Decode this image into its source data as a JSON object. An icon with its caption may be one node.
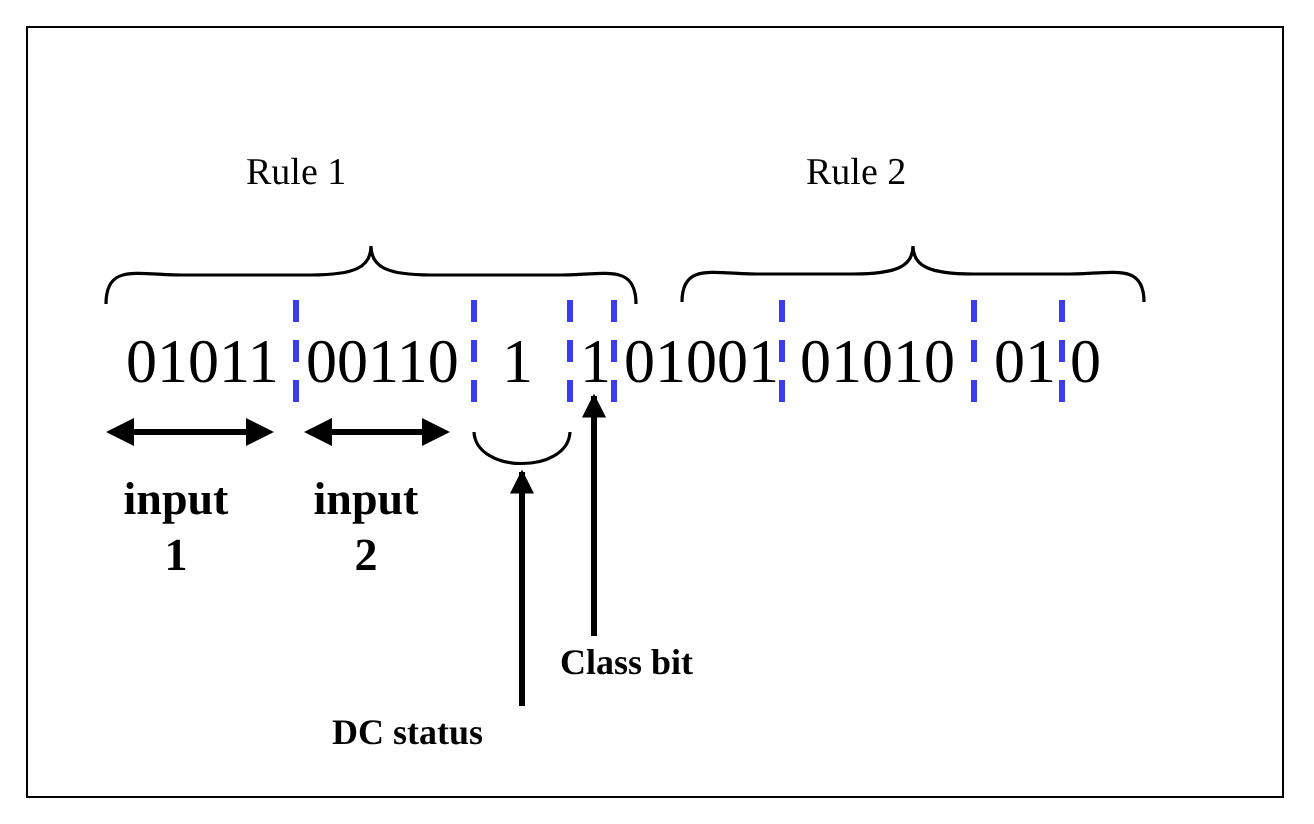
{
  "diagram": {
    "nodes": [
      {
        "text": [
          "1"
        ]
      },
      {
        "text": [],
        "shape": "bracket"
      },
      {
        "text": [
          "Class bit"
        ]
      },
      {
        "text": [
          "DC status"
        ]
      }
    ],
    "edges": [
      {
        "from": 2,
        "to": 0,
        "arrow": "to"
      },
      {
        "from": 3,
        "to": 1,
        "arrow": "to"
      }
    ],
    "labels": [
      "Rule 1",
      "Rule 2",
      "01011",
      "00110",
      "1",
      "01001",
      "01010",
      "01",
      "0",
      "input 1",
      "input 2"
    ]
  }
}
